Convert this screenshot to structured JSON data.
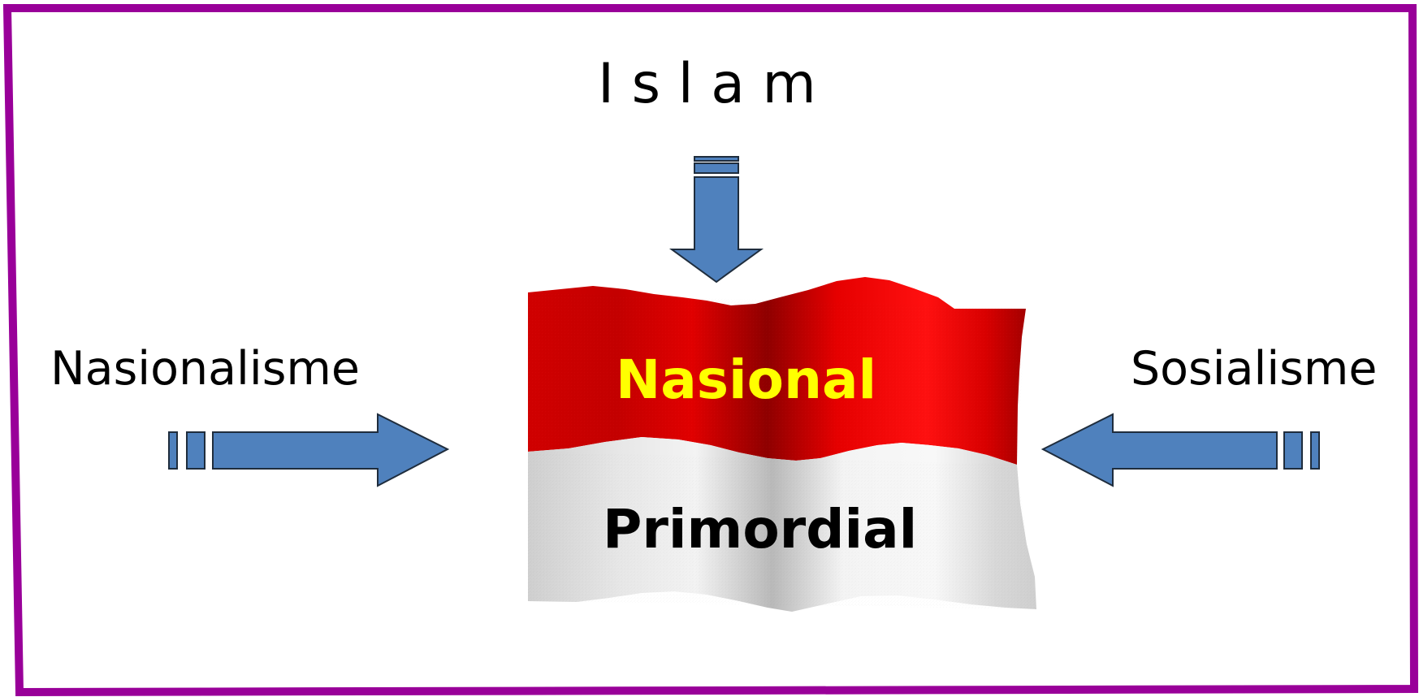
{
  "colors": {
    "border": "#990099",
    "arrow_fill": "#4f81bd",
    "arrow_stroke": "#1f2d3d",
    "flag_red": "#e00000",
    "flag_white": "#e8e8e8",
    "top_text": "#ffff00",
    "bottom_text": "#000000"
  },
  "diagram": {
    "top_label": "I s l a m",
    "left_label": "Nasionalisme",
    "right_label": "Sosialisme",
    "flag": {
      "top_text": "Nasional",
      "bottom_text": "Primordial"
    }
  }
}
